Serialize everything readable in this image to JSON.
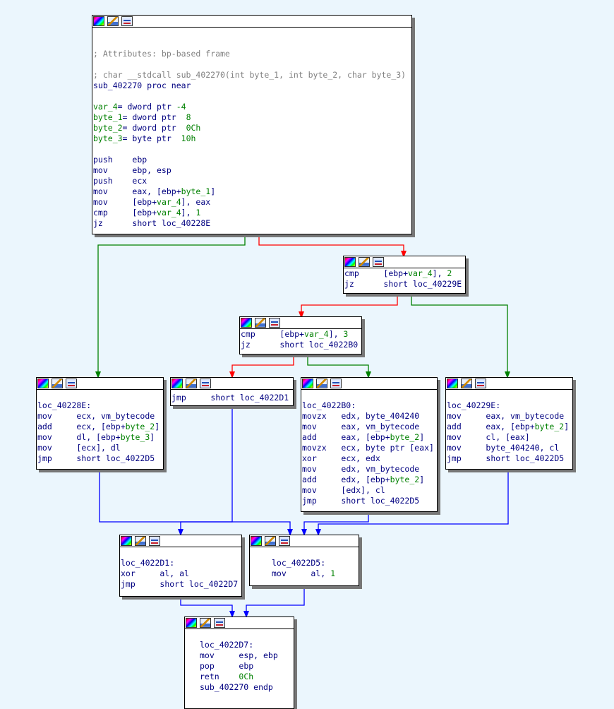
{
  "blocks": {
    "entry": {
      "attributes": "; Attributes: bp-based frame",
      "signature": "; char __stdcall sub_402270(int byte_1, int byte_2, char byte_3)",
      "proc_name": "sub_402270",
      "proc_kw": " proc near",
      "vars": [
        {
          "name": "var_4",
          "type": "= dword ptr ",
          "off": "-4"
        },
        {
          "name": "byte_1",
          "type": "= dword ptr  ",
          "off": "8"
        },
        {
          "name": "byte_2",
          "type": "= dword ptr  ",
          "off": "0Ch"
        },
        {
          "name": "byte_3",
          "type": "= byte ptr  ",
          "off": "10h"
        }
      ],
      "ins": {
        "i1": {
          "mn": "push",
          "op": "ebp"
        },
        "i2": {
          "mn": "mov",
          "op": "ebp, esp"
        },
        "i3": {
          "mn": "push",
          "op": "ecx"
        },
        "i4": {
          "mn": "mov",
          "a": "eax, [ebp+",
          "v": "byte_1",
          "b": "]"
        },
        "i5": {
          "mn": "mov",
          "a": "[ebp+",
          "v": "var_4",
          "b": "], eax"
        },
        "i6": {
          "mn": "cmp",
          "a": "[ebp+",
          "v": "var_4",
          "b": "], ",
          "num": "1"
        },
        "i7": {
          "mn": "jz",
          "op": "short loc_40228E"
        }
      }
    },
    "cmp2": {
      "i1": {
        "mn": "cmp",
        "a": "[ebp+",
        "v": "var_4",
        "b": "], ",
        "num": "2"
      },
      "i2": {
        "mn": "jz",
        "op": "short loc_40229E"
      }
    },
    "cmp3": {
      "i1": {
        "mn": "cmp",
        "a": "[ebp+",
        "v": "var_4",
        "b": "], ",
        "num": "3"
      },
      "i2": {
        "mn": "jz",
        "op": "short loc_4022B0"
      }
    },
    "loc_40228E": {
      "label": "loc_40228E:",
      "i1": {
        "mn": "mov",
        "a": "ecx, ",
        "v": "vm_bytecode",
        "b": ""
      },
      "i2": {
        "mn": "add",
        "a": "ecx, [ebp+",
        "v": "byte_2",
        "b": "]"
      },
      "i3": {
        "mn": "mov",
        "a": "dl, [ebp+",
        "v": "byte_3",
        "b": "]"
      },
      "i4": {
        "mn": "mov",
        "op": "[ecx], dl"
      },
      "i5": {
        "mn": "jmp",
        "op": "short loc_4022D5"
      }
    },
    "jmp_block": {
      "i1": {
        "mn": "jmp",
        "op": "short loc_4022D1"
      }
    },
    "loc_4022B0": {
      "label": "loc_4022B0:",
      "i1": {
        "mn": "movzx",
        "op": "edx, byte_404240"
      },
      "i2": {
        "mn": "mov",
        "a": "eax, ",
        "v": "vm_bytecode",
        "b": ""
      },
      "i3": {
        "mn": "add",
        "a": "eax, [ebp+",
        "v": "byte_2",
        "b": "]"
      },
      "i4": {
        "mn": "movzx",
        "op": "ecx, byte ptr [eax]"
      },
      "i5": {
        "mn": "xor",
        "op": "ecx, edx"
      },
      "i6": {
        "mn": "mov",
        "a": "edx, ",
        "v": "vm_bytecode",
        "b": ""
      },
      "i7": {
        "mn": "add",
        "a": "edx, [ebp+",
        "v": "byte_2",
        "b": "]"
      },
      "i8": {
        "mn": "mov",
        "op": "[edx], cl"
      },
      "i9": {
        "mn": "jmp",
        "op": "short loc_4022D5"
      }
    },
    "loc_40229E": {
      "label": "loc_40229E:",
      "i1": {
        "mn": "mov",
        "a": "eax, ",
        "v": "vm_bytecode",
        "b": ""
      },
      "i2": {
        "mn": "add",
        "a": "eax, [ebp+",
        "v": "byte_2",
        "b": "]"
      },
      "i3": {
        "mn": "mov",
        "op": "cl, [eax]"
      },
      "i4": {
        "mn": "mov",
        "op": "byte_404240, cl"
      },
      "i5": {
        "mn": "jmp",
        "op": "short loc_4022D5"
      }
    },
    "loc_4022D1": {
      "label": "loc_4022D1:",
      "i1": {
        "mn": "xor",
        "op": "al, al"
      },
      "i2": {
        "mn": "jmp",
        "op": "short loc_4022D7"
      }
    },
    "loc_4022D5": {
      "label": "loc_4022D5:",
      "i1": {
        "mn": "mov",
        "a": "al, ",
        "num": "1"
      }
    },
    "loc_4022D7": {
      "label": "loc_4022D7:",
      "i1": {
        "mn": "mov",
        "op": "esp, ebp"
      },
      "i2": {
        "mn": "pop",
        "op": "ebp"
      },
      "i3": {
        "mn": "retn",
        "num": "0Ch"
      },
      "endp": "sub_402270 endp"
    }
  },
  "toolbar_icons": [
    "graph-overview-icon",
    "edit-block-icon",
    "xrefs-graph-icon"
  ],
  "colors": {
    "background": "#ebf6fd",
    "edge_true": "#008000",
    "edge_false": "#ff0000",
    "edge_unconditional": "#0000ff",
    "comment": "#808080",
    "var_name": "#008000",
    "code": "#000080"
  }
}
